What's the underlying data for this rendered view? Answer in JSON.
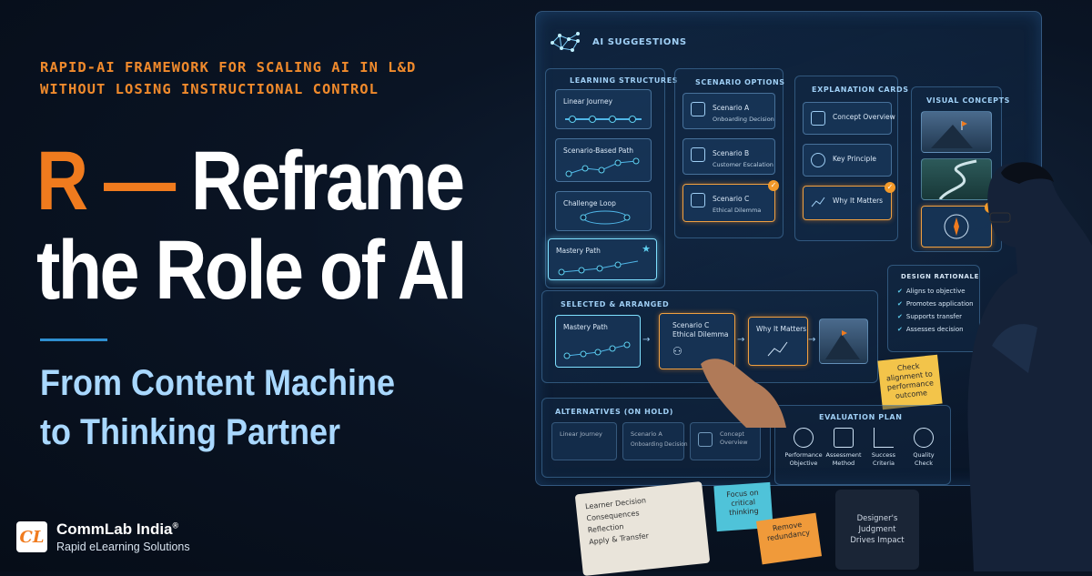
{
  "kicker": [
    "RAPID-AI FRAMEWORK FOR SCALING AI IN L&D",
    "WITHOUT LOSING INSTRUCTIONAL CONTROL"
  ],
  "title": {
    "letter": "R",
    "dash": "—",
    "line1_rest": "Reframe",
    "line2": "the Role of AI"
  },
  "subtitle": [
    "From Content Machine",
    "to Thinking Partner"
  ],
  "brand": {
    "logo": "CL",
    "name": "CommLab India",
    "reg": "®",
    "tagline": "Rapid eLearning Solutions"
  },
  "board": {
    "header": "AI SUGGESTIONS",
    "learning_structures": {
      "label": "LEARNING STRUCTURES",
      "items": [
        "Linear Journey",
        "Scenario-Based Path",
        "Challenge Loop",
        "Mastery Path"
      ]
    },
    "scenario_options": {
      "label": "SCENARIO OPTIONS",
      "items": [
        {
          "title": "Scenario A",
          "sub": "Onboarding Decision"
        },
        {
          "title": "Scenario B",
          "sub": "Customer Escalation"
        },
        {
          "title": "Scenario C",
          "sub": "Ethical Dilemma"
        }
      ]
    },
    "explanation_cards": {
      "label": "EXPLANATION CARDS",
      "items": [
        "Concept Overview",
        "Key Principle",
        "Why It Matters"
      ]
    },
    "visual_concepts": {
      "label": "VISUAL CONCEPTS"
    },
    "design_rationale": {
      "label": "DESIGN RATIONALE",
      "items": [
        "Aligns to objective",
        "Promotes application",
        "Supports transfer",
        "Assesses decision"
      ]
    },
    "selected": {
      "label": "SELECTED & ARRANGED",
      "items": [
        "Mastery Path",
        "Scenario C",
        "Ethical Dilemma",
        "Why It Matters"
      ]
    },
    "alternatives": {
      "label": "ALTERNATIVES (ON HOLD)",
      "items": [
        "Linear Journey",
        "Scenario A",
        "Onboarding Decision",
        "Concept",
        "Overview"
      ]
    },
    "evaluation": {
      "label": "EVALUATION PLAN",
      "items": [
        [
          "Performance",
          "Objective"
        ],
        [
          "Assessment",
          "Method"
        ],
        [
          "Success",
          "Criteria"
        ],
        [
          "Quality",
          "Check"
        ]
      ]
    },
    "sticky_note": "Check alignment to performance outcome"
  },
  "desk": {
    "notebook": [
      "Learner Decision",
      "Consequences",
      "Reflection",
      "Apply & Transfer"
    ],
    "note1": "Focus on critical thinking",
    "note2": "Remove redundancy",
    "mug": [
      "Designer's",
      "Judgment",
      "Drives Impact"
    ]
  },
  "colors": {
    "accent": "#f07b1e",
    "subtitle": "#a9d8ff",
    "divider": "#2f8fd0",
    "background": "#0a1424"
  }
}
